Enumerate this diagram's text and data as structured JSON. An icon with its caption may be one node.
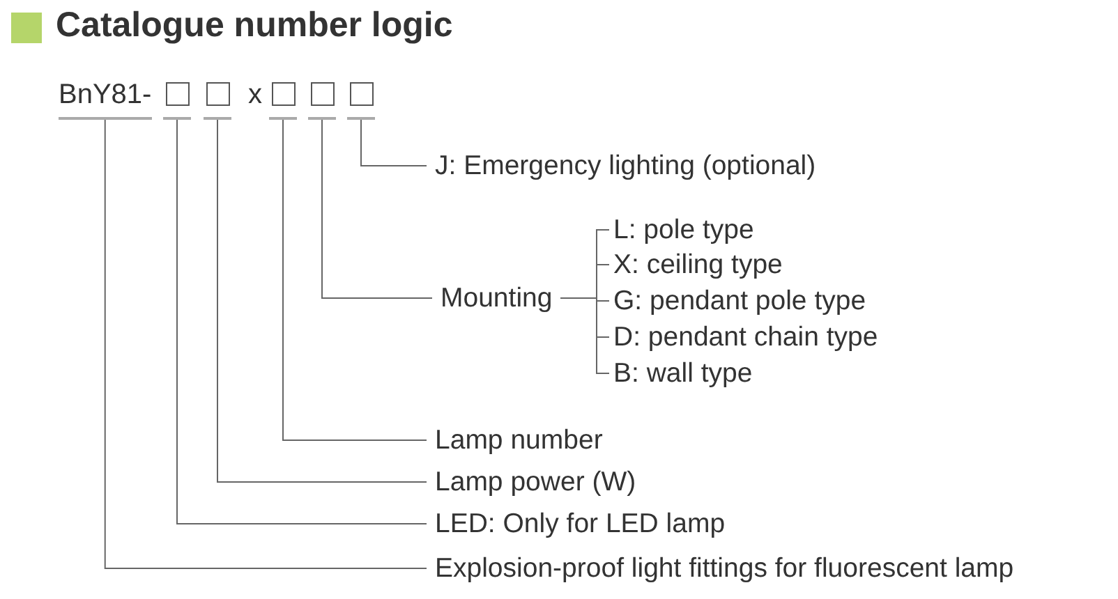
{
  "diagram": {
    "title": "Catalogue number logic",
    "nodes": [
      {
        "text": [
          "BnY81-"
        ]
      },
      {
        "text": [],
        "shape": "box"
      },
      {
        "text": [],
        "shape": "box"
      },
      {
        "text": [],
        "shape": "box"
      },
      {
        "text": [],
        "shape": "box"
      },
      {
        "text": [],
        "shape": "box"
      },
      {
        "text": [
          "J: Emergency lighting (optional)"
        ]
      },
      {
        "text": [
          "Mounting"
        ]
      },
      {
        "text": [
          "L: pole type"
        ]
      },
      {
        "text": [
          "X: ceiling type"
        ]
      },
      {
        "text": [
          "G: pendant pole type"
        ]
      },
      {
        "text": [
          "D: pendant chain type"
        ]
      },
      {
        "text": [
          "B: wall type"
        ]
      },
      {
        "text": [
          "Lamp number"
        ]
      },
      {
        "text": [
          "Lamp power (W)"
        ]
      },
      {
        "text": [
          "LED: Only for LED lamp"
        ]
      },
      {
        "text": [
          "Explosion-proof light fittings for fluorescent lamp"
        ]
      }
    ],
    "edges": [
      {
        "from": 5,
        "to": 6,
        "arrow": "none"
      },
      {
        "from": 4,
        "to": 7,
        "arrow": "none"
      },
      {
        "from": 7,
        "to": 8,
        "arrow": "none"
      },
      {
        "from": 7,
        "to": 9,
        "arrow": "none"
      },
      {
        "from": 7,
        "to": 10,
        "arrow": "none"
      },
      {
        "from": 7,
        "to": 11,
        "arrow": "none"
      },
      {
        "from": 7,
        "to": 12,
        "arrow": "none"
      },
      {
        "from": 3,
        "to": 13,
        "arrow": "none"
      },
      {
        "from": 2,
        "to": 14,
        "arrow": "none"
      },
      {
        "from": 1,
        "to": 15,
        "arrow": "none"
      },
      {
        "from": 0,
        "to": 16,
        "arrow": "none"
      }
    ],
    "labels": [
      "x"
    ]
  }
}
